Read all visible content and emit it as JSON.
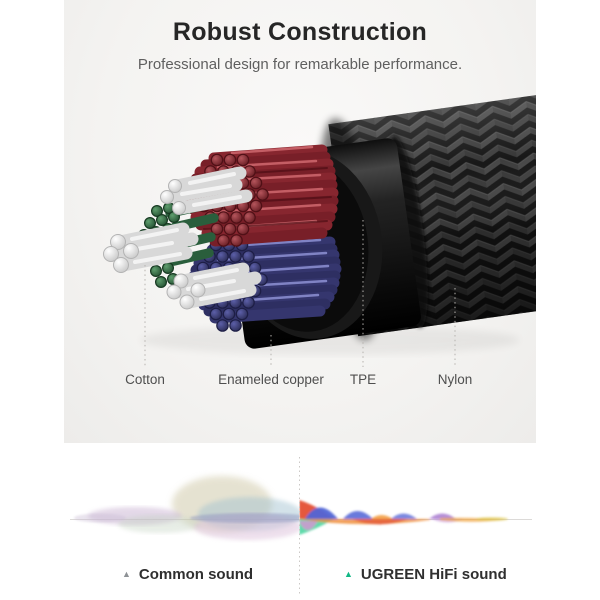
{
  "header": {
    "title": "Robust Construction",
    "subtitle": "Professional design for remarkable performance."
  },
  "cable_diagram": {
    "callouts": [
      {
        "label": "Cotton"
      },
      {
        "label": "Enameled copper"
      },
      {
        "label": "TPE"
      },
      {
        "label": "Nylon"
      }
    ]
  },
  "sound_comparison": {
    "left": {
      "label": "Common sound",
      "marker_icon": "triangle-up",
      "marker_color": "#8e9296",
      "marker_style": "color:#8e9296"
    },
    "right": {
      "label": "UGREEN HiFi sound",
      "marker_icon": "triangle-up",
      "marker_color": "#12b886",
      "marker_style": "color:#12b886"
    }
  },
  "palette": {
    "background_top": "#f5f4f2",
    "background_bottom": "#ffffff",
    "title_text": "#262626",
    "subtitle_text": "#5f5f5f",
    "callout_text": "#4f4f4f",
    "legend_text": "#2f2f2f",
    "wire_red": "#8b2a33",
    "wire_blue": "#3a3c7c",
    "wire_green": "#2f7046",
    "wire_white": "#e9e9e9",
    "jacket_black": "#161616",
    "common_wave_colors": [
      "#cdc6a4",
      "#9fc0cf",
      "#c9b2d2",
      "#dcc0da",
      "#8f97bf"
    ],
    "hifi_wave_colors": [
      "#e34b2b",
      "#5165d6",
      "#4fd6a2",
      "#ef8a30",
      "#a87bd0",
      "#ddc84e"
    ]
  }
}
